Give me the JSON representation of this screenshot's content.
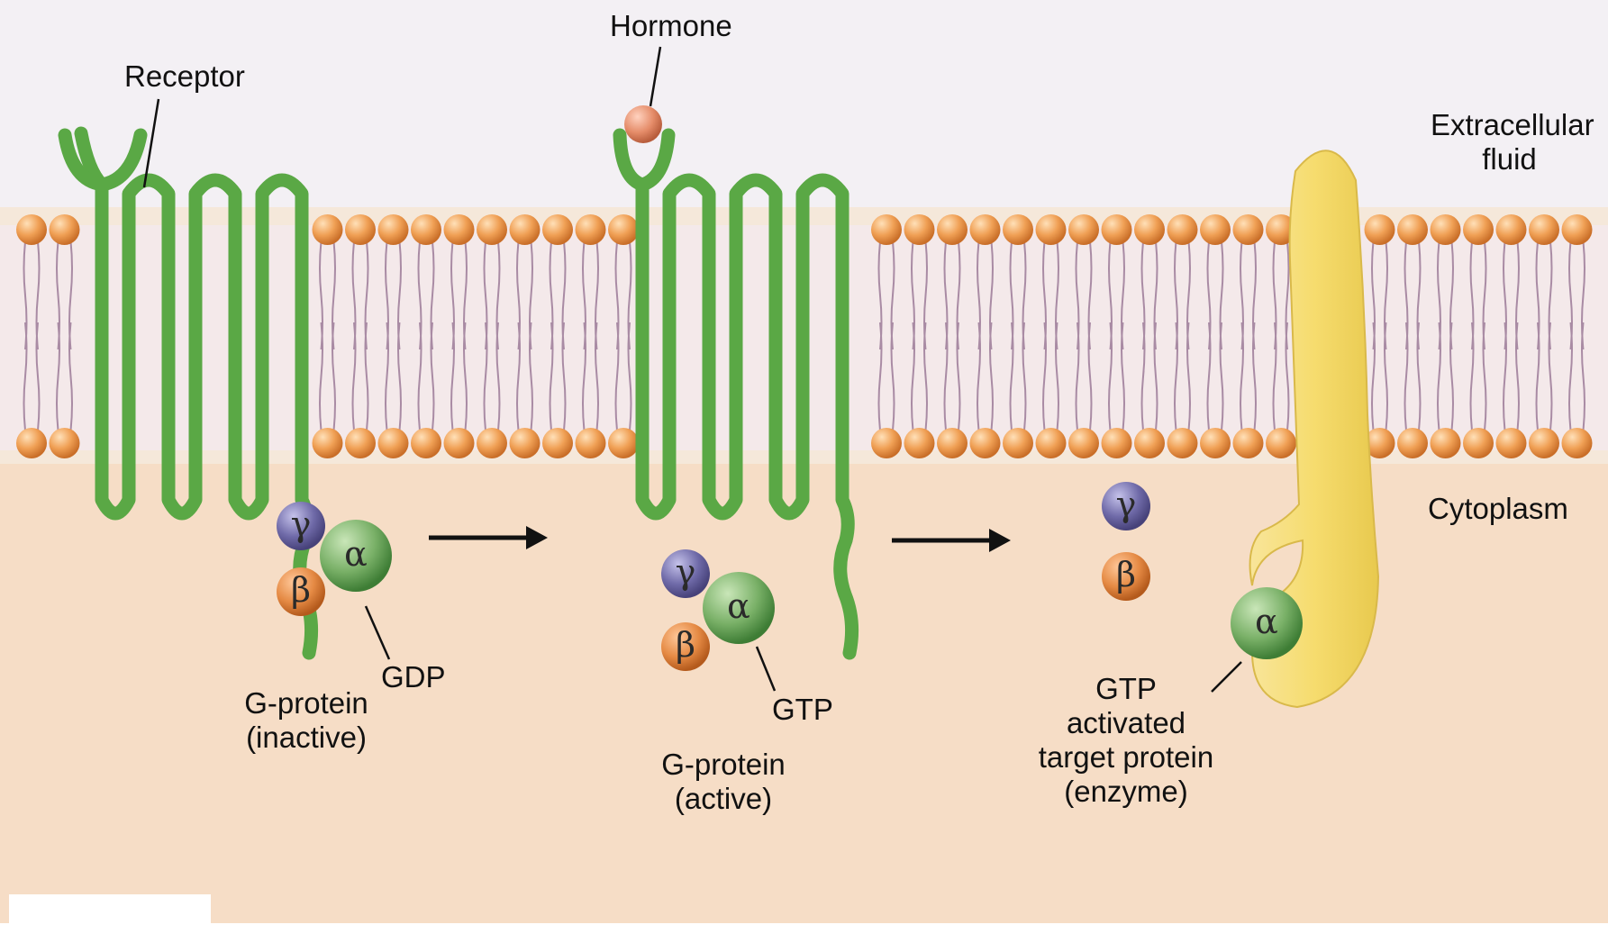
{
  "labels": {
    "receptor": "Receptor",
    "hormone": "Hormone",
    "extracellular_fluid": "Extracellular fluid",
    "cytoplasm": "Cytoplasm",
    "gdp": "GDP",
    "gtp": "GTP",
    "g_protein_inactive": "G-protein (inactive)",
    "g_protein_active": "G-protein (active)",
    "gtp_activated_target": "GTP activated target protein (enzyme)"
  },
  "subunits": {
    "gamma": "γ",
    "beta": "β",
    "alpha": "α"
  },
  "colors": {
    "receptor": "#5aa845",
    "phospholipid_head": "#f0a055",
    "lipid_tail": "#a98ba4",
    "alpha_subunit": "#79b067",
    "beta_subunit": "#e58a44",
    "gamma_subunit": "#6f6aa8",
    "hormone": "#e58c69",
    "target_enzyme": "#f6dc6e",
    "arrow": "#111111"
  }
}
